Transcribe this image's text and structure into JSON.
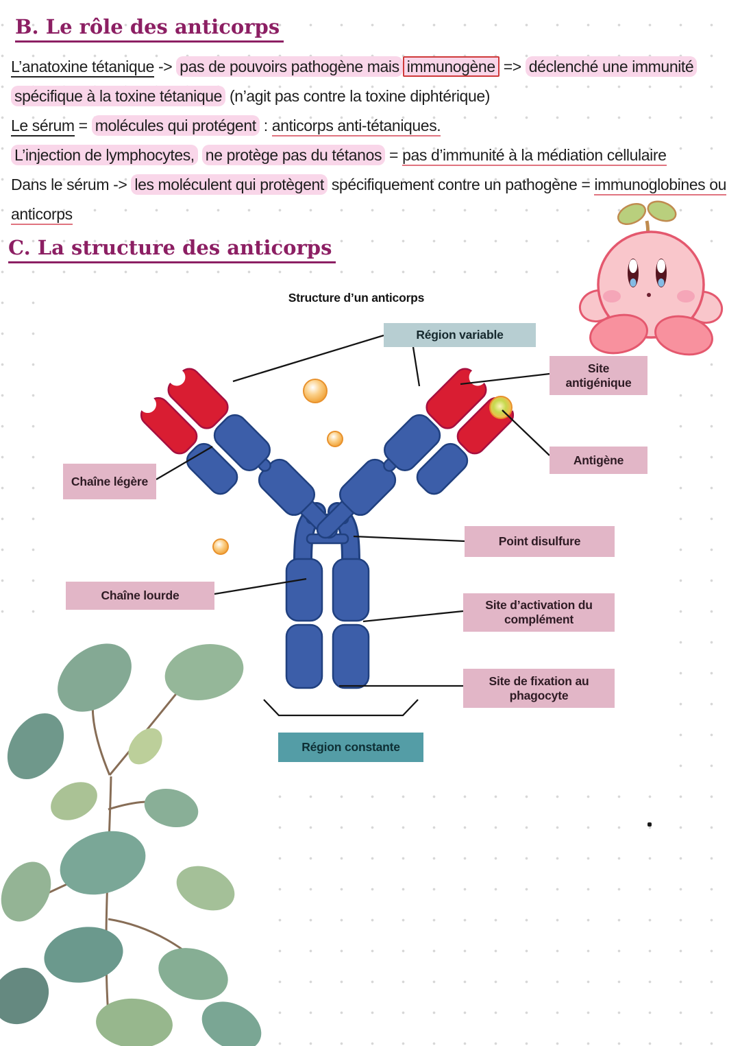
{
  "headings": {
    "b": "B. Le rôle des anticorps",
    "c": "C. La structure des anticorps"
  },
  "notes": {
    "l1": {
      "a": "L’anatoxine tétanique",
      "b": " -> ",
      "c": "pas de pouvoirs pathogène mais",
      "d": "immunogène",
      "e": " => ",
      "f": "déclenché une immunité"
    },
    "l2": {
      "a": "spécifique à la toxine tétanique",
      "b": " (n’agit pas contre la toxine diphtérique)"
    },
    "l3": {
      "a": "Le sérum",
      "b": " = ",
      "c": "molécules qui protégent",
      "d": " : ",
      "e": "anticorps anti-tétaniques."
    },
    "l4": {
      "a": "L’injection de lymphocytes,",
      "b": " ",
      "c": "ne protège pas du tétanos",
      "d": " = ",
      "e": "pas d’immunité à la médiation cellulaire"
    },
    "l5": {
      "a": "Dans le sérum -> ",
      "b": "les moléculent qui protègent",
      "c": " spécifiquement contre un pathogène = ",
      "d": "immunoglobines ou"
    },
    "l6": {
      "a": "anticorps"
    }
  },
  "diagram": {
    "title": "Structure d’un anticorps",
    "labels": {
      "region_variable": "Région variable",
      "site_antigenique": "Site antigénique",
      "antigene": "Antigène",
      "chaine_legere": "Chaîne légère",
      "chaine_lourde": "Chaîne lourde",
      "point_disulfure": "Point disulfure",
      "site_activation": "Site d’activation du complément",
      "site_fixation": "Site de fixation au phagocyte",
      "region_constante": "Région constante"
    }
  },
  "decor": {
    "kirby": "kirby-sprout-sticker",
    "leaves": "watercolor-eucalyptus-branch",
    "antigen_beads": "orange-antigen-spheres"
  },
  "colors": {
    "heading_purple": "#8c1f63",
    "highlight_pink": "#f9d6e9",
    "red_box_border": "#cf3a3a",
    "label_pink": "#e2b6c7",
    "label_teal_light": "#b7ced2",
    "label_teal_dark": "#549da6",
    "antibody_blue": "#3c5ea9",
    "antibody_red": "#d91d32",
    "antigen_orange": "#f2a23a",
    "underline_red": "#e0737f"
  }
}
